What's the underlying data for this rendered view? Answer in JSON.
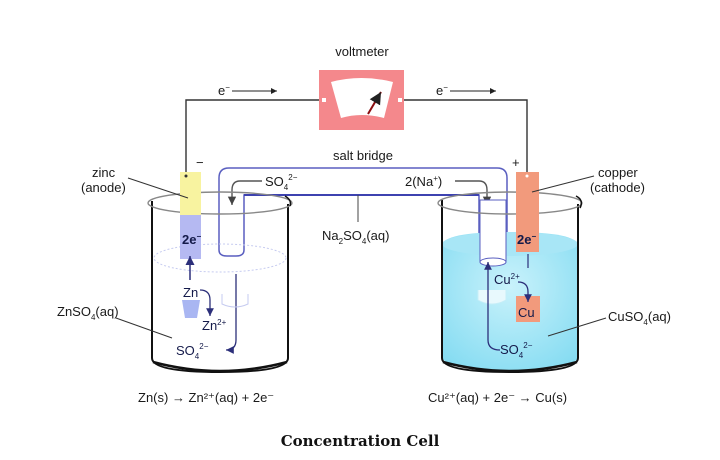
{
  "title": "Concentration Cell",
  "labels": {
    "voltmeter": "voltmeter",
    "electron_left": "e",
    "electron_right": "e",
    "electron_sup": "−",
    "salt_bridge": "salt bridge",
    "minus": "−",
    "plus": "+",
    "zinc": "zinc",
    "anode": "(anode)",
    "copper": "copper",
    "cathode": "(cathode)",
    "bridge_anion": "SO",
    "bridge_anion_sub": "4",
    "bridge_anion_sup": "2−",
    "bridge_cation": "2(Na",
    "bridge_cation_sup": "+",
    "bridge_cation_end": ")",
    "bridge_solution": "Na",
    "bridge_solution_sub1": "2",
    "bridge_solution_mid": "SO",
    "bridge_solution_sub2": "4",
    "bridge_solution_end": "(aq)",
    "left_solution": "ZnSO",
    "left_solution_sub": "4",
    "left_solution_end": "(aq)",
    "right_solution": "CuSO",
    "right_solution_sub": "4",
    "right_solution_end": "(aq)"
  },
  "left_cell": {
    "electrons": "2e",
    "electrons_sup": "−",
    "metal": "Zn",
    "ion": "Zn",
    "ion_sup": "2+",
    "anion": "SO",
    "anion_sub": "4",
    "anion_sup": "2−"
  },
  "right_cell": {
    "electrons": "2e",
    "electrons_sup": "−",
    "ion": "Cu",
    "ion_sup": "2+",
    "metal": "Cu",
    "anion": "SO",
    "anion_sub": "4",
    "anion_sup": "2−"
  },
  "equations": {
    "anode": "Zn(s) → Zn²⁺(aq) + 2e⁻",
    "cathode": "Cu²⁺(aq) + 2e⁻ → Cu(s)"
  },
  "colors": {
    "voltmeter": "#f4888c",
    "zinc": "#f8f3a0",
    "copper": "#f29a7c",
    "copper_solution": "#8fe0f4",
    "salt_bridge_outline": "#5a5fc0",
    "ion_arrow": "#2c2f7a"
  }
}
